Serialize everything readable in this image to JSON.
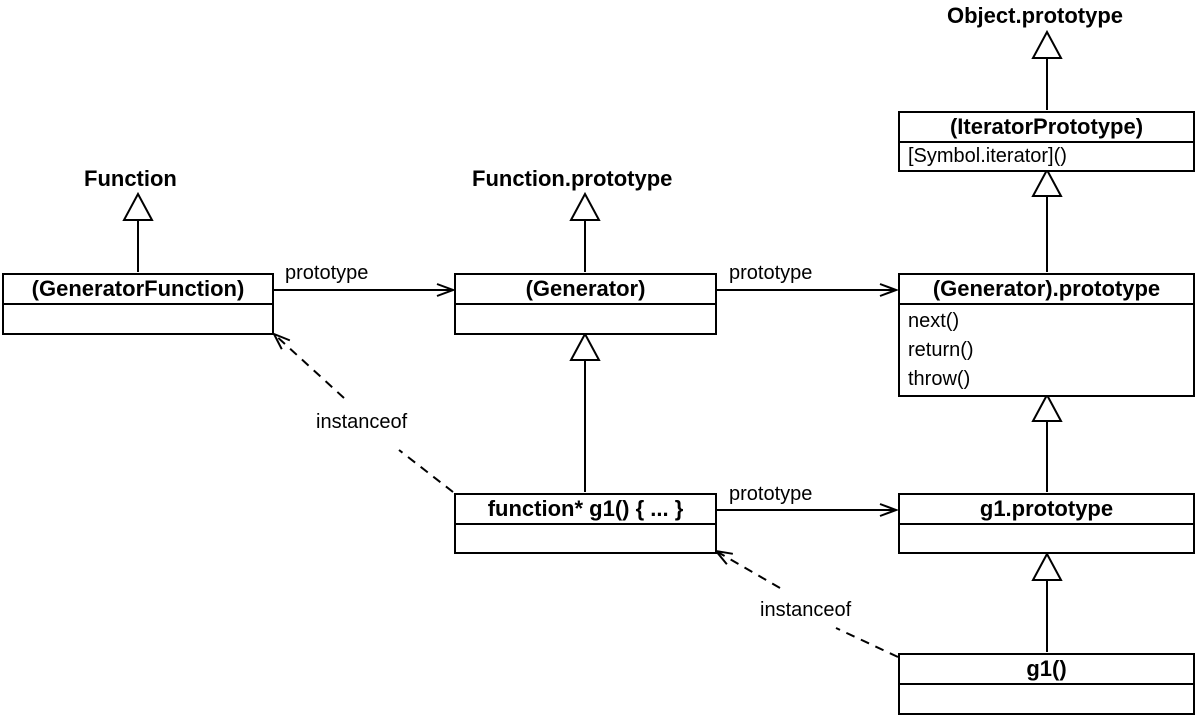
{
  "tops": {
    "function": "Function",
    "function_prototype": "Function.prototype",
    "object_prototype": "Object.prototype"
  },
  "boxes": {
    "generator_function": {
      "title": "(GeneratorFunction)",
      "members": []
    },
    "generator": {
      "title": "(Generator)",
      "members": []
    },
    "iterator_prototype": {
      "title": "(IteratorPrototype)",
      "members": [
        "[Symbol.iterator]()"
      ]
    },
    "generator_prototype": {
      "title": "(Generator).prototype",
      "members": [
        "next()",
        "return()",
        "throw()"
      ]
    },
    "g1_function": {
      "title": "function* g1() { ... }",
      "members": []
    },
    "g1_prototype": {
      "title": "g1.prototype",
      "members": []
    },
    "g1_instance": {
      "title": "g1()",
      "members": []
    }
  },
  "edges": {
    "prototype_1": "prototype",
    "prototype_2": "prototype",
    "prototype_3": "prototype",
    "instanceof_1": "instanceof",
    "instanceof_2": "instanceof"
  }
}
